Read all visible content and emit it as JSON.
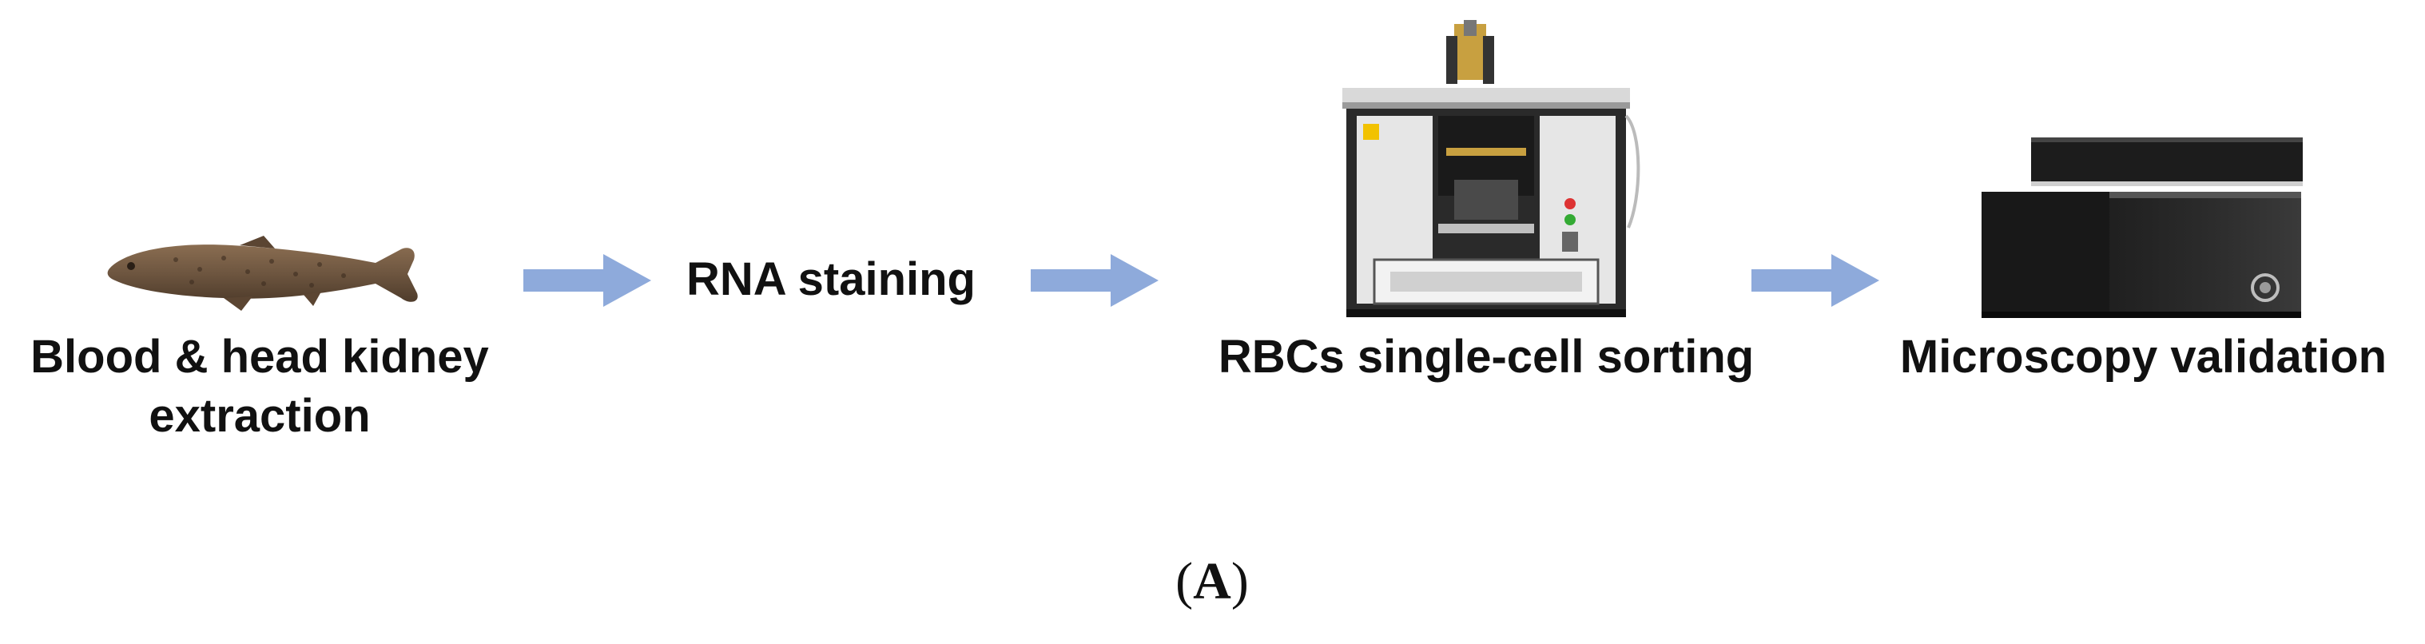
{
  "workflow": {
    "steps": [
      {
        "label_lines": [
          "Blood & head kidney",
          "extraction"
        ],
        "icon": "fish-icon"
      },
      {
        "label_lines": [
          "RNA staining"
        ],
        "icon": ""
      },
      {
        "label_lines": [
          "RBCs single-cell sorting"
        ],
        "icon": "cell-sorter-icon"
      },
      {
        "label_lines": [
          "Microscopy validation"
        ],
        "icon": "microscope-icon"
      }
    ],
    "arrows": 3
  },
  "panel": {
    "open": "(",
    "letter": "A",
    "close": ")"
  },
  "colors": {
    "arrow": "#8eaadb",
    "text": "#111111",
    "fish_body": "#6e5640",
    "instrument_dark": "#1c1c1c"
  }
}
